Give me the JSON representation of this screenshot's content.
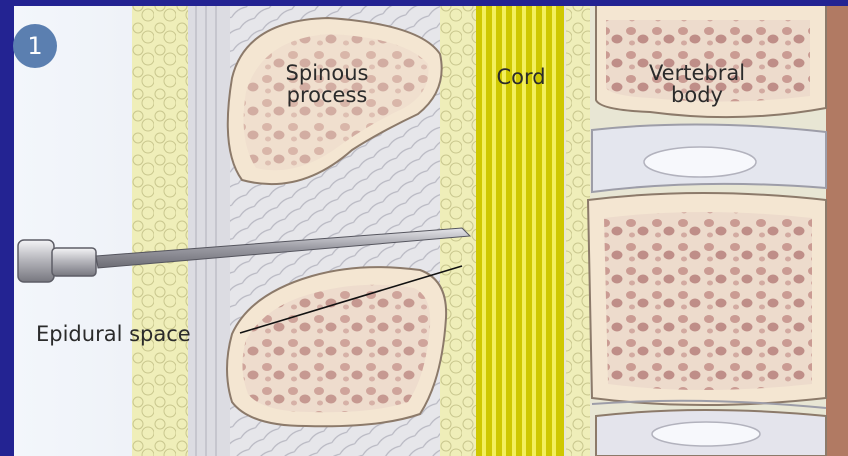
{
  "step_badge": "1",
  "labels": {
    "spinous_process": "Spinous\nprocess",
    "cord": "Cord",
    "vertebral_body": "Vertebral\nbody",
    "epidural_space": "Epidural space"
  },
  "colors": {
    "border_blue": "#232392",
    "background_left": "#dde3ee",
    "bone": "#f4e6d2",
    "marrow_spots": "#b9837f",
    "fat_yellow": "#ecebb5",
    "cord_yellow": "#d8d200",
    "ligament_grey": "#d9d9de",
    "needle_steel": "#a7a7ad"
  }
}
